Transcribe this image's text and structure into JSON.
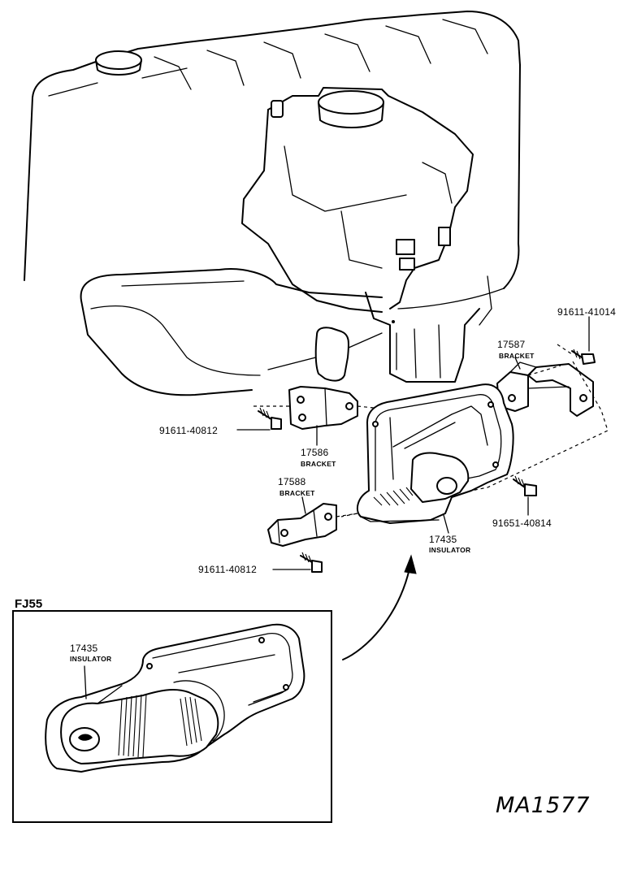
{
  "callouts": {
    "bolt_41014": "91611-41014",
    "bracket_17587_part": "17587",
    "bracket_17587_name": "BRACKET",
    "bolt_40812_upper": "91611-40812",
    "bracket_17586_part": "17586",
    "bracket_17586_name": "BRACKET",
    "bracket_17588_part": "17588",
    "bracket_17588_name": "BRACKET",
    "bolt_40814": "91651-40814",
    "insulator_part": "17435",
    "insulator_name": "INSULATOR",
    "bolt_40812_lower": "91611-40812"
  },
  "inset": {
    "label": "FJ55",
    "insulator_part": "17435",
    "insulator_name": "INSULATOR"
  },
  "reference_code": "MA1577"
}
